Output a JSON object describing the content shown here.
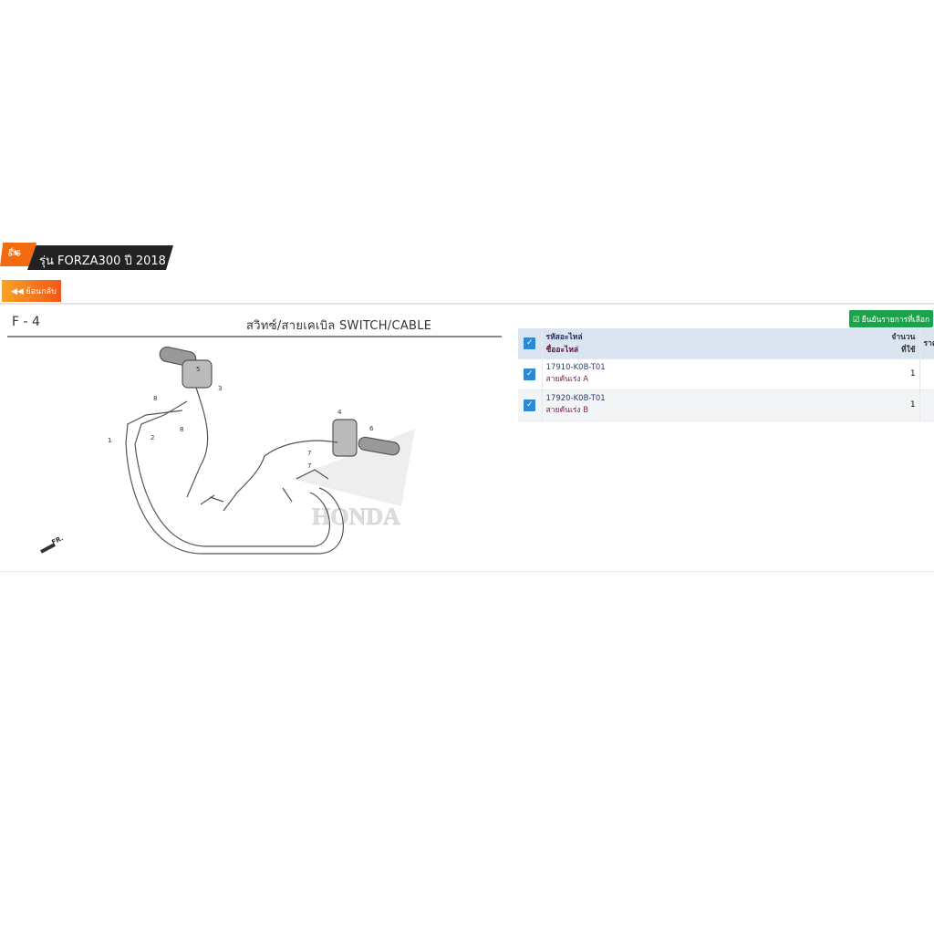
{
  "header": {
    "icon": "motorcycle-icon",
    "title": "รุ่น FORZA300 ปี 2018"
  },
  "back_button": {
    "icon": "double-left-arrow-icon",
    "label": "◀◀ ย้อนกลับ"
  },
  "diagram": {
    "code": "F - 4",
    "title": "สวิทซ์/สายเคเบิล  SWITCH/CABLE",
    "callouts": [
      "1",
      "2",
      "3",
      "4",
      "5",
      "6",
      "7",
      "7",
      "8",
      "8"
    ],
    "direction_label": "FR.",
    "watermark": "HONDA"
  },
  "confirm_button": {
    "icon": "check-square-icon",
    "label": "☑ ยืนยันรายการที่เลือก"
  },
  "table": {
    "headers": {
      "part_number": "รหัสอะไหล่",
      "part_name": "ชื่ออะไหล่",
      "qty_line1": "จำนวน",
      "qty_line2": "ที่ใช้",
      "price": "ราคา"
    },
    "rows": [
      {
        "checked": true,
        "part_number": "17910-K0B-T01",
        "part_name": "สายคันเร่ง A",
        "qty": "1"
      },
      {
        "checked": true,
        "part_number": "17920-K0B-T01",
        "part_name": "สายคันเร่ง B",
        "qty": "1"
      }
    ]
  },
  "colors": {
    "accent": "#f26b0f",
    "confirm": "#1aa34a",
    "checkbox": "#2a8ad4"
  }
}
